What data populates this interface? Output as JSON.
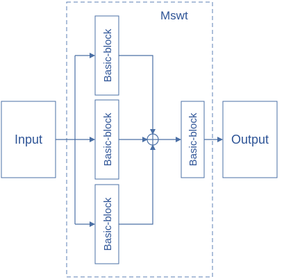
{
  "module_label": "Mswt",
  "input_label": "Input",
  "output_label": "Output",
  "blocks": [
    {
      "label": "Basic-block"
    },
    {
      "label": "Basic-block"
    },
    {
      "label": "Basic-block"
    },
    {
      "label": "Basic-block"
    }
  ],
  "colors": {
    "stroke": "#4a6fa5",
    "text": "#2f5597",
    "dashed_border": "#5b7fb5",
    "block_fill": "#ffffff"
  }
}
